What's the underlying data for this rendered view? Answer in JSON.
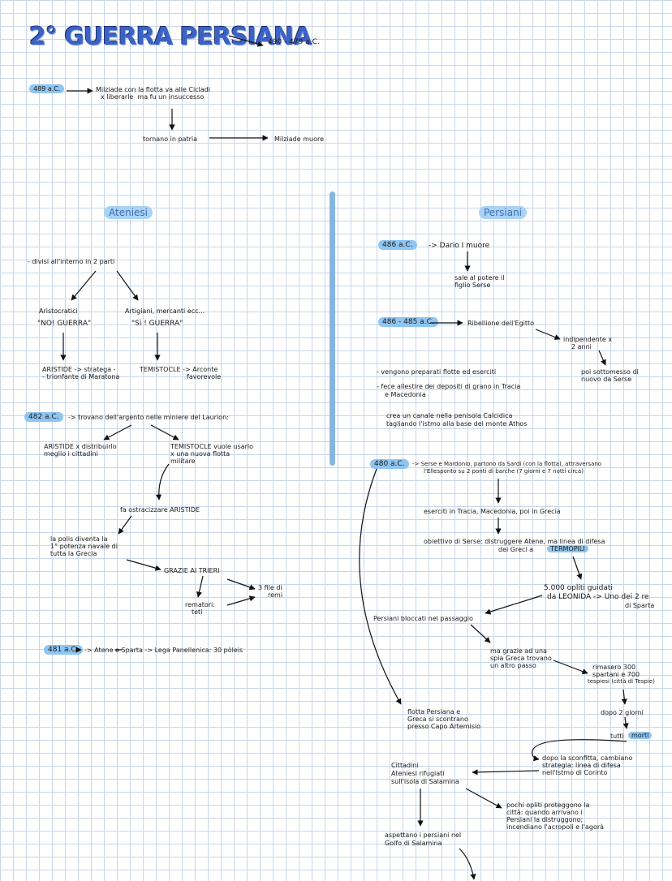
{
  "title": "2° GUERRA PERSIANA",
  "title_dates": "490 - 479 a.C.",
  "intro": {
    "date_489": "489 a.C.",
    "miltiade_line1": "Milziade con la flotta va alle Cicladi",
    "miltiade_line2": "x liberarle  ma fu un insuccesso",
    "torna": "tornano in patria",
    "muore": "Milziade muore"
  },
  "ateniesi": {
    "header": "Ateniesi",
    "divisi": "- divisi all'interno in 2 parti",
    "aristocratici": "Aristocratici",
    "no_guerra": "\"NO! GUERRA\"",
    "artigiani": "Artigiani, mercanti ecc...",
    "si_guerra": "\"Sì ! GUERRA\"",
    "aristide1": "ARISTIDE -> stratega -",
    "aristide2": "- trionfante di Maratona",
    "temistocle1": "TEMISTOCLE -> Arconte",
    "temistocle2": "favorevole",
    "date_482": "482 a.C.",
    "trovano": "-> trovano dell'argento nelle miniere del Laurion:",
    "aristide_distribuire1": "ARISTIDE x distribuirlo",
    "aristide_distribuire2": "meglio i cittadini",
    "temistocle_vuole1": "TEMISTOCLE vuole usarlo",
    "temistocle_vuole2": "x una nuova flotta",
    "temistocle_vuole3": "militare",
    "ostracizzare": "fa ostracizzare ARISTIDE",
    "polis1": "la polis diventa la",
    "polis2": "1° potenza navale di",
    "polis3": "tutta la Grecia",
    "grazie": "GRAZIE AI TRIERI",
    "rematori1": "rematori:",
    "rematori2": "teti",
    "file1": "3 file di",
    "file2": "remi",
    "date_481": "481 a.C.",
    "lega": "-> Atene e Sparta -> Lega Panellenica: 30 pòleis"
  },
  "persiani": {
    "header": "Persiani",
    "date_486": "486 a.C.",
    "dario": "-> Dario I muore",
    "sale1": "sale al potere il",
    "sale2": "figlio Serse",
    "date_486_485": "486 - 485 a.C.",
    "ribellione": "Ribellione dell'Egitto",
    "indip1": "indipendente x",
    "indip2": "2 anni",
    "sottomesso1": "poi sottomesso di",
    "sottomesso2": "nuovo da Serse",
    "preparati": "- vengono preparati flotte ed eserciti",
    "depositi1": "- fece allestire dei depositi di grano in Tracia",
    "depositi2": "e Macedonia",
    "canale1": "crea un canale nella penisola Calcidica",
    "canale2": "tagliando l'istmo alla base del monte Athos",
    "date_480": "480 a.C.",
    "serse1": "-> Serse e Mardonio, partono da Sardi (con la flotta), attraversano",
    "serse2": "l'Ellesponto su 2 ponti di barche (7 giorni e 7 notti circa)",
    "eserciti": "eserciti in Tracia, Macedonia, poi in Grecia",
    "obiettivo1": "obiettivo di Serse: distruggere Atene, ma linea di difesa",
    "obiettivo2": "dei Greci a",
    "termopili": "TERMOPILI",
    "opliti1": "5.000 opliti guidati",
    "opliti2": "da LEONIDA -> Uno dei 2 re",
    "opliti3": "di Sparta",
    "bloccati": "Persiani bloccati nel passaggio",
    "grazie_spia1": "ma grazie ad una",
    "grazie_spia2": "spia Greca trovano",
    "grazie_spia3": "un altro passo",
    "rimasero1": "rimasero 300",
    "rimasero2": "spartani e 700",
    "rimasero3": "tespiesi (città di Tespie)",
    "flotta1": "flotta Persiana e",
    "flotta2": "Greca si scontrano",
    "flotta3": "presso Capo Artemisio",
    "dopo2giorni": "dopo 2 giorni",
    "tutti": "tutti",
    "morti": "morti",
    "sconfitta1": "dopo la sconfitta, cambiano",
    "sconfitta2": "strategia: linea di difesa",
    "sconfitta3": "nell'Istmo di Corinto",
    "cittadini1": "Cittadini",
    "cittadini2": "Ateniesi rifugiati",
    "cittadini3": "sull'isola di Salamina",
    "pochi1": "pochi opliti proteggono la",
    "pochi2": "città: quando arrivano i",
    "pochi3": "Persiani la distruggono;",
    "pochi4": "incendiano l'acropoli e l'agorà",
    "aspettano1": "aspettano i persiani nel",
    "aspettano2": "Golfo di Salamina"
  }
}
